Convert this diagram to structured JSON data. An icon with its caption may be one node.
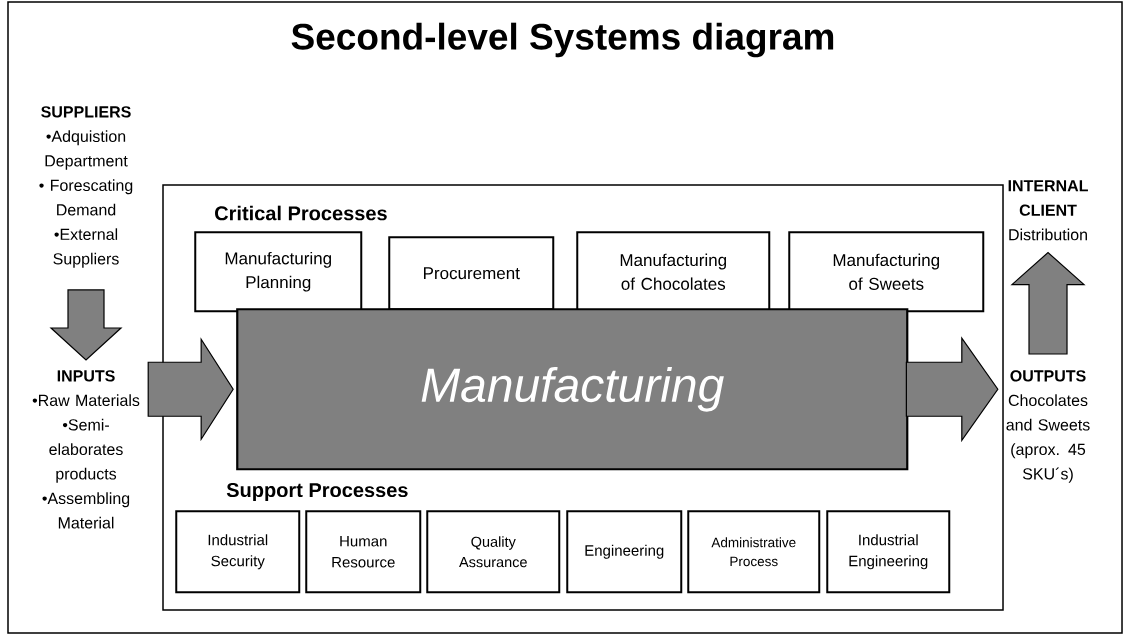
{
  "diagram": {
    "title": "Second-level Systems diagram",
    "nodes": [
      {
        "text": [
          "Critical Processes",
          "Support Processes"
        ]
      },
      {
        "text": [
          "Manufacturing Planning"
        ],
        "in": 0
      },
      {
        "text": [
          "Procurement"
        ],
        "in": 0
      },
      {
        "text": [
          "Manufacturing of Chocolates"
        ],
        "in": 0
      },
      {
        "text": [
          "Manufacturing of Sweets"
        ],
        "in": 0
      },
      {
        "text": [
          "Manufacturing"
        ],
        "in": 0
      },
      {
        "text": [
          "Industrial Security"
        ],
        "in": 0
      },
      {
        "text": [
          "Human Resource"
        ],
        "in": 0
      },
      {
        "text": [
          "Quality Assurance"
        ],
        "in": 0
      },
      {
        "text": [
          "Engineering"
        ],
        "in": 0
      },
      {
        "text": [
          "Administrative Process"
        ],
        "in": 0
      },
      {
        "text": [
          "Industrial Engineering"
        ],
        "in": 0
      },
      {
        "text": [
          "SUPPLIERS",
          "•Adquistion Department",
          "• Forescating Demand",
          "•External Suppliers"
        ]
      },
      {
        "text": [
          "INPUTS",
          "•Raw Materials",
          "•Semi-elaborates products",
          "•Assembling Material"
        ]
      },
      {
        "text": [
          "OUTPUTS",
          "Chocolates and Sweets (aprox. 45 SKU´s)"
        ]
      },
      {
        "text": [
          "INTERNAL CLIENT",
          "Distribution"
        ]
      }
    ],
    "edges": [
      {
        "from": 12,
        "to": 13,
        "arrow": "to"
      },
      {
        "from": 13,
        "to": 5,
        "arrow": "to"
      },
      {
        "from": 5,
        "to": 14,
        "arrow": "to"
      },
      {
        "from": 14,
        "to": 15,
        "arrow": "to"
      }
    ]
  }
}
